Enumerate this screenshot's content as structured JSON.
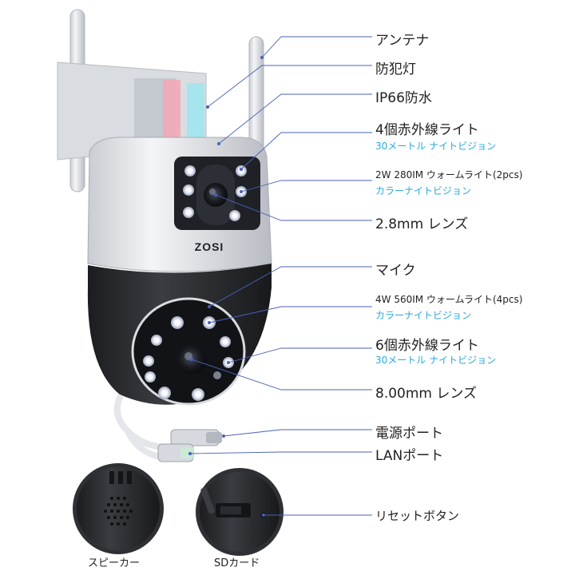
{
  "labels": {
    "antenna": "アンテナ",
    "deterrent_light": "防犯灯",
    "ip66": "IP66防水",
    "ir_4": "4個赤外線ライト",
    "ir_4_sub": "30メートル ナイトビジョン",
    "warm_2w": "2W 280IM ウォームライト(2pcs)",
    "warm_2w_sub": "カラーナイトビジョン",
    "lens_28": "2.8mm レンズ",
    "mic": "マイク",
    "warm_4w": "4W 560IM ウォームライト(4pcs)",
    "warm_4w_sub": "カラーナイトビジョン",
    "ir_6": "6個赤外線ライト",
    "ir_6_sub": "30メートル ナイトビジョン",
    "lens_8": "8.00mm レンズ",
    "power_port": "電源ポート",
    "lan_port": "LANポート",
    "reset_button": "リセットボタン"
  },
  "captions": {
    "speaker": "スピーカー",
    "sd_card": "SDカード"
  },
  "brand": "ZOSI",
  "colors": {
    "leader": "#4a62b8",
    "subtitle": "#29a8e0",
    "body_white": "#e9ebee",
    "body_dark": "#2b2d31"
  }
}
